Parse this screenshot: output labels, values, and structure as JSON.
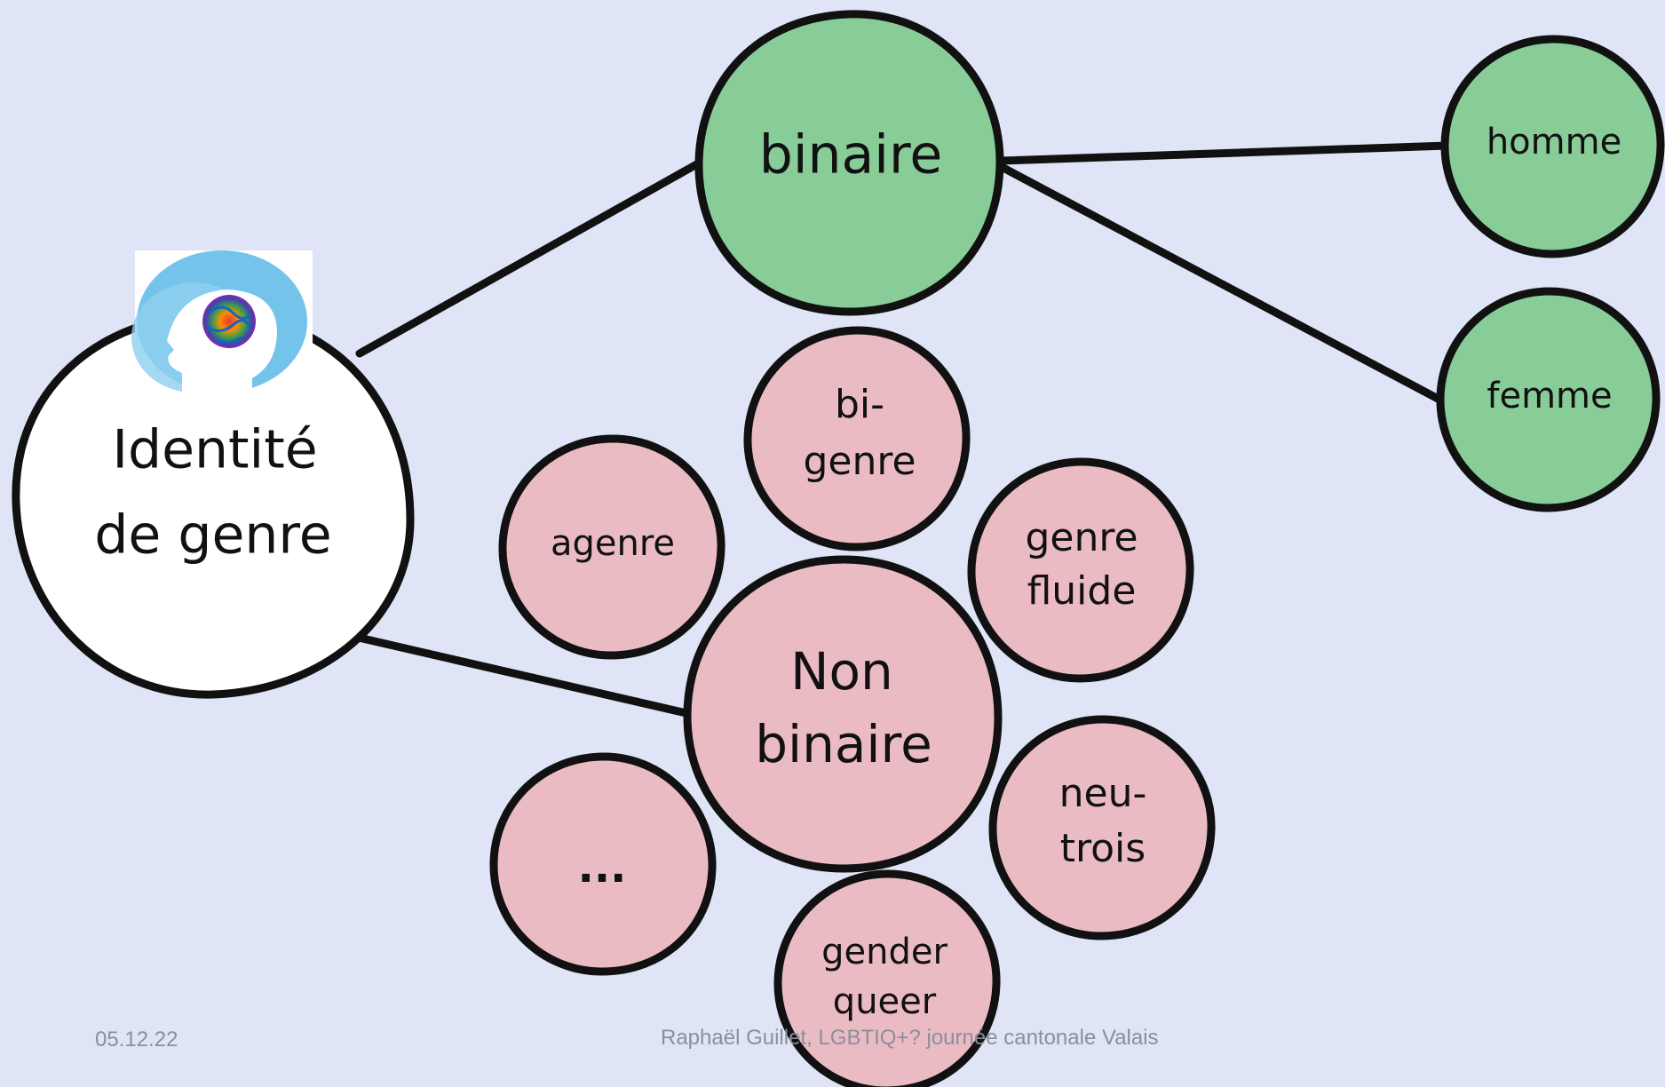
{
  "colors": {
    "background": "#dfe5f6",
    "binary": "#88cc98",
    "non_binary": "#ebbbc4",
    "root": "#ffffff",
    "stroke": "#111111"
  },
  "root": {
    "line1": "Identité",
    "line2": "de genre",
    "icon": "head-brain-icon"
  },
  "binary": {
    "label": "binaire",
    "children": {
      "homme": "homme",
      "femme": "femme"
    }
  },
  "non_binary": {
    "line1": "Non",
    "line2": "binaire",
    "children": {
      "bigenre": {
        "line1": "bi-",
        "line2": "genre"
      },
      "agenre": {
        "line1": "agenre"
      },
      "genre_fluide": {
        "line1": "genre",
        "line2": "fluide"
      },
      "neutrois": {
        "line1": "neu-",
        "line2": "trois"
      },
      "genderqueer": {
        "line1": "gender",
        "line2": "queer"
      },
      "more": {
        "line1": "..."
      }
    }
  },
  "footer": {
    "date": "05.12.22",
    "credit": "Raphaël Guillet, LGBTIQ+? journée cantonale Valais"
  }
}
